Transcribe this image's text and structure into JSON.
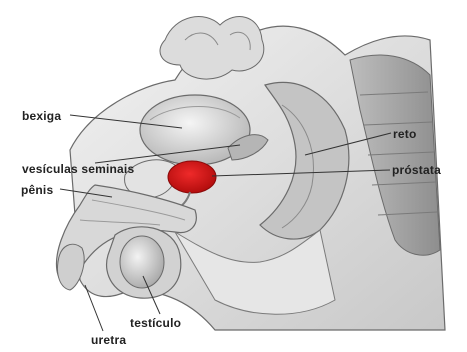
{
  "labels": {
    "bexiga": "bexiga",
    "vesiculas_seminais": "vesículas seminais",
    "penis": "pênis",
    "reto": "reto",
    "prostata": "próstata",
    "testiculo": "testículo",
    "uretra": "uretra"
  },
  "colors": {
    "prostate": "#d11a1a",
    "tissue_light": "#ececec",
    "tissue_mid": "#cfcfcf",
    "tissue_dark": "#9a9a9a",
    "outline": "#6b6b6b",
    "leader_line": "#333333"
  }
}
